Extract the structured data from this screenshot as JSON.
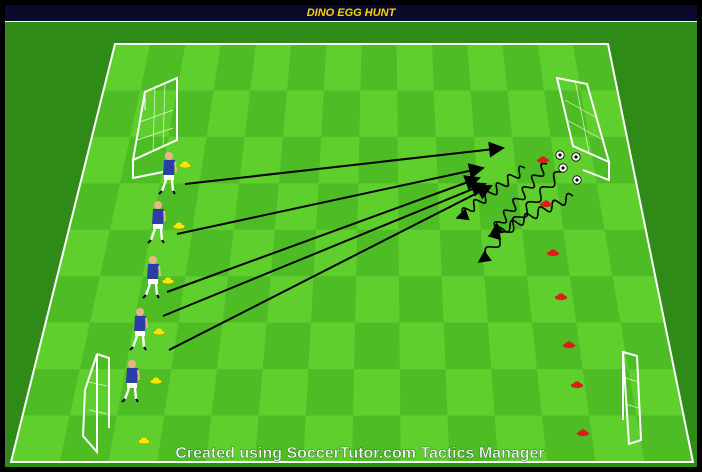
{
  "header": {
    "title": "DINO EGG HUNT"
  },
  "footer": {
    "credit": "Created using SoccerTutor.com Tactics Manager"
  },
  "colors": {
    "pitch_light": "#5fcf2e",
    "pitch_dark": "#3fae1f",
    "background": "#2f8a18",
    "title_text": "#ffd400",
    "player_shirt": "#2a3ea8",
    "cone_yellow": "#ffe600",
    "cone_red": "#e11a1a"
  },
  "diagram": {
    "players": 5,
    "yellow_cones": 6,
    "red_cones": 7,
    "balls": 4,
    "pass_arrows": 5,
    "dribble_arrows": 4,
    "goals": 4
  }
}
